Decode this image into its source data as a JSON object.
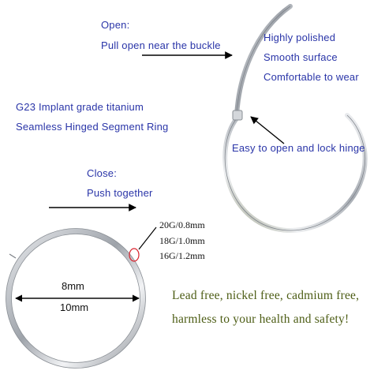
{
  "open": {
    "heading": "Open:",
    "instruction": "Pull open near the buckle"
  },
  "features": [
    "Highly polished",
    "Smooth surface",
    "Comfortable to wear"
  ],
  "material": {
    "line1": "G23 Implant grade titanium",
    "line2": "Seamless Hinged Segment Ring"
  },
  "hinge_note": "Easy to open and lock hinge",
  "close": {
    "heading": "Close:",
    "instruction": "Push together"
  },
  "gauges": [
    "20G/0.8mm",
    "18G/1.0mm",
    "16G/1.2mm"
  ],
  "dimensions": {
    "inner": "8mm",
    "outer": "10mm"
  },
  "safety": {
    "line1": "Lead free, nickel free, cadmium free,",
    "line2": "harmless to your health and safety!"
  },
  "colors": {
    "text_blue": "#2a35a8",
    "text_green": "#4d5d15",
    "ring_silver": "#b8bcc2",
    "gauge_marker": "#d9232e"
  }
}
